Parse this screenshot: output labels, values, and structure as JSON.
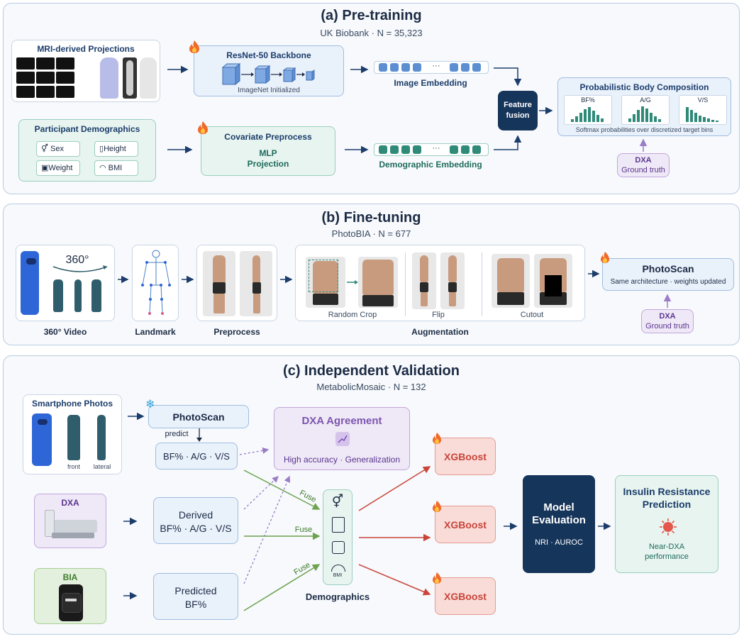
{
  "pretraining": {
    "title": "(a) Pre-training",
    "subtitle": "UK Biobank · N = 35,323",
    "mri_title": "MRI-derived Projections",
    "resnet_title": "ResNet-50 Backbone",
    "resnet_sub": "ImageNet Initialized",
    "image_embedding": "Image Embedding",
    "demo_title": "Participant Demographics",
    "demo_chips": [
      "Sex",
      "Height",
      "Weight",
      "BMI"
    ],
    "covariate_title": "Covariate Preprocess",
    "mlp_line1": "MLP",
    "mlp_line2": "Projection",
    "demo_embedding": "Demographic Embedding",
    "fusion_line1": "Feature",
    "fusion_line2": "fusion",
    "prob_title": "Probabilistic Body Composition",
    "bins": [
      "BF%",
      "A/G",
      "V/S"
    ],
    "prob_caption": "Softmax probabilities over discretized target bins",
    "dxa_title": "DXA",
    "dxa_sub": "Ground truth",
    "ellipsis": "···"
  },
  "finetuning": {
    "title": "(b) Fine-tuning",
    "subtitle": "PhotoBIA · N = 677",
    "deg_label": "360°",
    "steps": [
      "360° Video",
      "Landmark",
      "Preprocess",
      "Augmentation"
    ],
    "aug_labels": [
      "Random Crop",
      "Flip",
      "Cutout"
    ],
    "photoscan_title": "PhotoScan",
    "photoscan_sub": "Same architecture · weights updated",
    "dxa_title": "DXA",
    "dxa_sub": "Ground truth"
  },
  "validation": {
    "title": "(c) Independent Validation",
    "subtitle": "MetabolicMosaic · N = 132",
    "phones_title": "Smartphone Photos",
    "front": "front",
    "lateral": "lateral",
    "photoscan": "PhotoScan",
    "predict": "predict",
    "row1_box": "BF% · A/G · V/S",
    "dxa_label": "DXA",
    "row2_line1": "Derived",
    "row2_line2": "BF% · A/G · V/S",
    "bia_label": "BIA",
    "row3_line1": "Predicted",
    "row3_line2": "BF%",
    "agreement_title": "DXA Agreement",
    "agreement_sub": "High accuracy · Generalization",
    "fuse": "Fuse",
    "demographics": "Demographics",
    "bmi": "BMI",
    "xgboost": "XGBoost",
    "eval_line1": "Model",
    "eval_line2": "Evaluation",
    "eval_sub": "NRI · AUROC",
    "ir_line1": "Insulin Resistance",
    "ir_line2": "Prediction",
    "ir_sub1": "Near-DXA",
    "ir_sub2": "performance"
  },
  "colors": {
    "navy": "#16355a",
    "blue_accent": "#4a7fc6",
    "teal_accent": "#2f8a78",
    "purple_accent": "#7c55b0",
    "red_accent": "#c9453a",
    "green_accent": "#6da24f",
    "fire": "#f06a2a",
    "snow": "#38a3d9"
  },
  "icons": [
    "fire-icon",
    "snowflake-icon",
    "gender-icon",
    "height-icon",
    "scale-icon",
    "bmi-gauge-icon",
    "smartphone-icon",
    "smartwatch-icon",
    "virus-icon",
    "chart-icon"
  ]
}
